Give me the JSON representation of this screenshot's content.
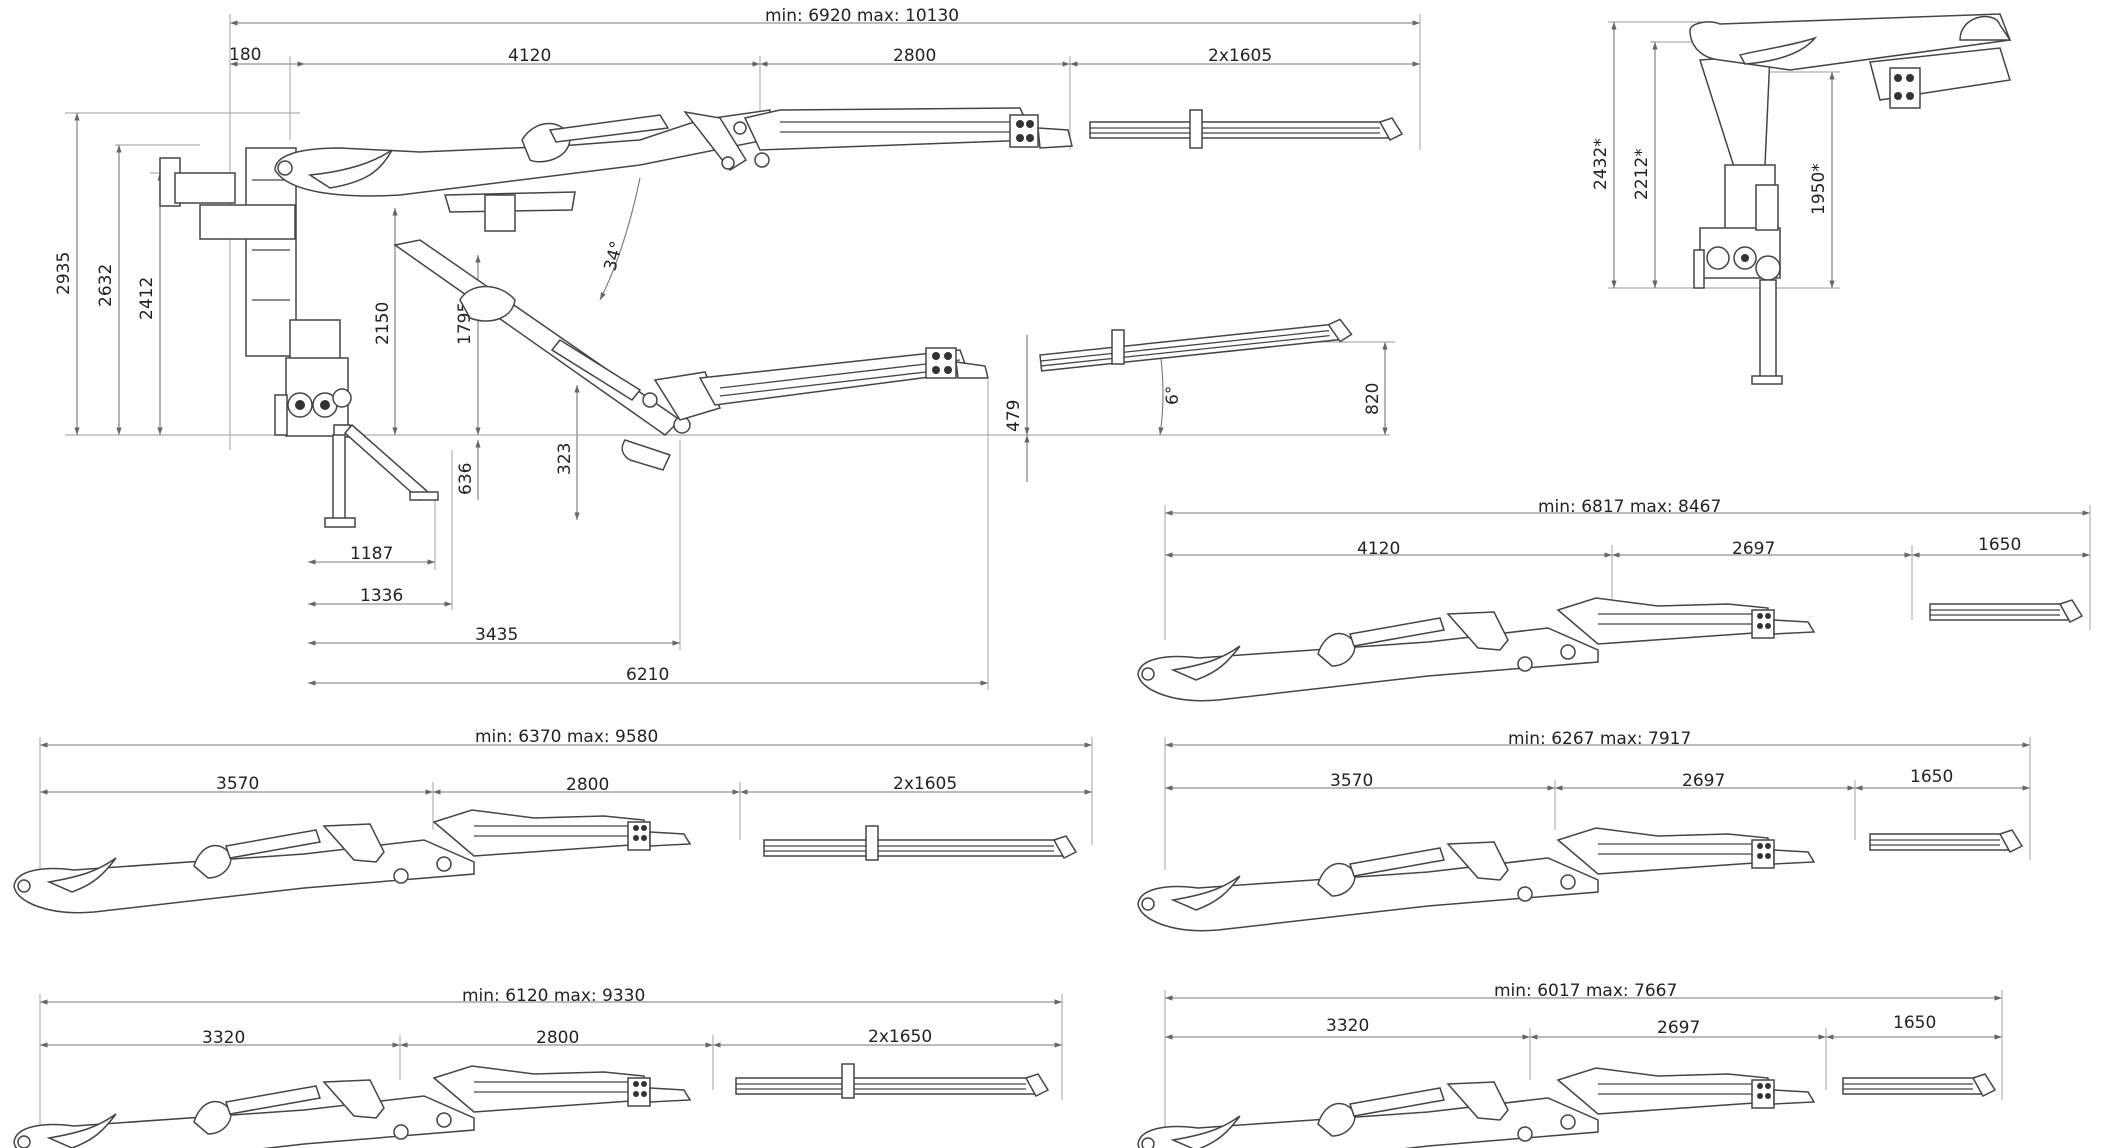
{
  "main_view": {
    "overall": "min: 6920   max: 10130",
    "offset": "180",
    "boom": "4120",
    "jib": "2800",
    "extensions": "2x1605",
    "h_total": "2935",
    "h_boom_pivot": "2632",
    "h_top": "2412",
    "h_column": "2150",
    "h_slew": "1795",
    "angle_up": "34°",
    "h_down": "636",
    "d_323": "323",
    "r_1187": "1187",
    "r_1336": "1336",
    "r_3435": "3435",
    "r_6210": "6210",
    "h_479": "479",
    "angle_down": "6°",
    "h_820": "820"
  },
  "side_view": {
    "h1": "2432*",
    "h2": "2212*",
    "h3": "1950*"
  },
  "variants": [
    {
      "overall": "min: 6817   max: 8467",
      "boom": "4120",
      "jib": "2697",
      "ext": "1650"
    },
    {
      "overall": "min: 6370   max: 9580",
      "boom": "3570",
      "jib": "2800",
      "ext": "2x1605"
    },
    {
      "overall": "min: 6267   max: 7917",
      "boom": "3570",
      "jib": "2697",
      "ext": "1650"
    },
    {
      "overall": "min: 6120   max: 9330",
      "boom": "3320",
      "jib": "2800",
      "ext": "2x1650"
    },
    {
      "overall": "min: 6017   max: 7667",
      "boom": "3320",
      "jib": "2697",
      "ext": "1650"
    }
  ]
}
